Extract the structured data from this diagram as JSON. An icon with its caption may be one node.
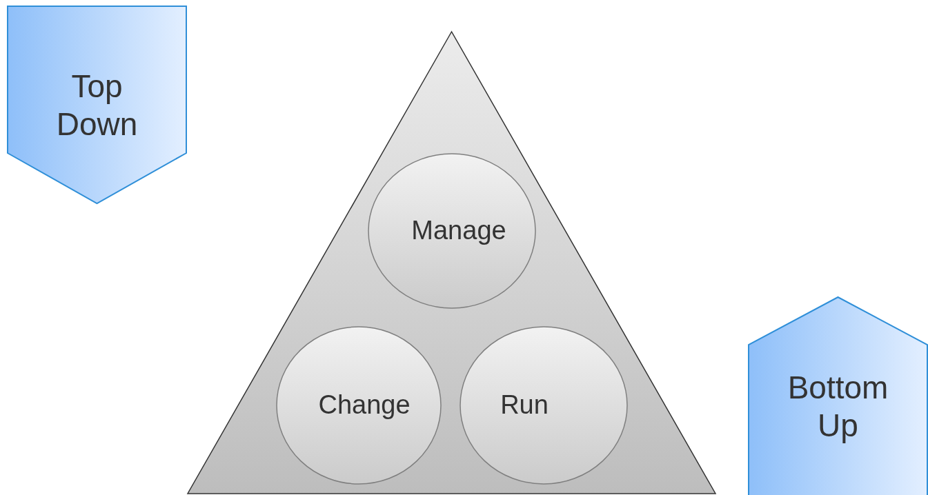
{
  "diagram": {
    "nodes": [
      {
        "text": [
          "Top Down"
        ]
      },
      {
        "text": [],
        "shape": "triangle"
      },
      {
        "text": [
          "Manage"
        ],
        "in": 1
      },
      {
        "text": [
          "Change"
        ],
        "in": 1
      },
      {
        "text": [
          "Run"
        ],
        "in": 1
      },
      {
        "text": [
          "Bottom Up"
        ]
      }
    ]
  }
}
